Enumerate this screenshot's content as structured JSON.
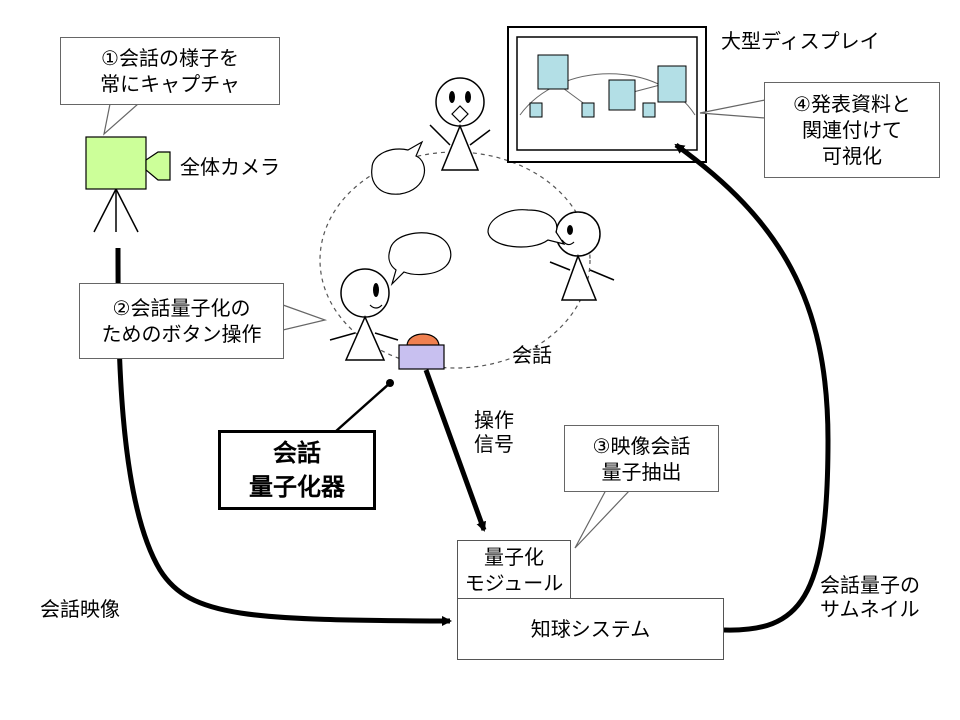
{
  "labels": {
    "camera": "全体カメラ",
    "display": "大型ディスプレイ",
    "conversation": "会話",
    "operation_signal": [
      "操作",
      "信号"
    ],
    "conversation_video": "会話映像",
    "thumbnail": [
      "会話量子の",
      "サムネイル"
    ]
  },
  "callouts": {
    "capture": [
      "①会話の様子を",
      "常にキャプチャ"
    ],
    "button": [
      "②会話量子化の",
      "ためのボタン操作"
    ],
    "extract": [
      "③映像会話",
      "量子抽出"
    ],
    "visualize": [
      "④発表資料と",
      "関連付けて",
      "可視化"
    ]
  },
  "boxes": {
    "quantizer_device": [
      "会話",
      "量子化器"
    ],
    "quantize_module": [
      "量子化",
      "モジュール"
    ],
    "system": "知球システム"
  },
  "colors": {
    "camera_fill": "#ccff99",
    "thumb_fill": "#b3dfe6",
    "button_top": "#f08050",
    "button_base": "#c8c0f0",
    "stroke": "#000000"
  },
  "icons": [
    "video-camera-icon",
    "person-icon",
    "speech-bubble-icon",
    "button-device-icon",
    "display-icon"
  ]
}
